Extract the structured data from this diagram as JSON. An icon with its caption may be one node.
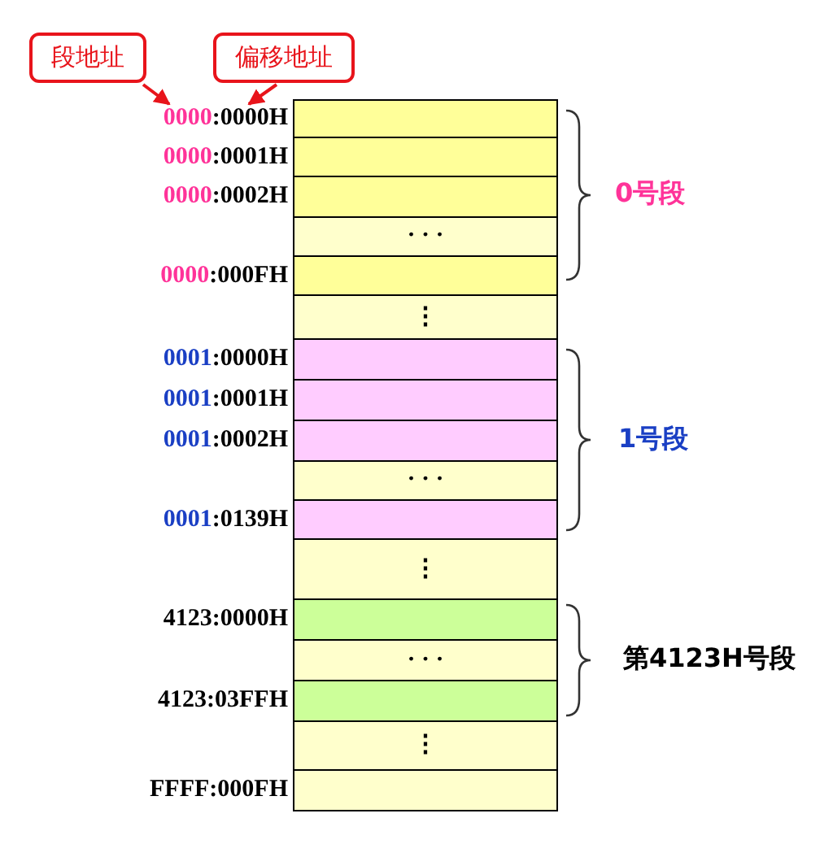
{
  "diagram": {
    "nodes": [
      {
        "text": [
          "段地址"
        ]
      },
      {
        "text": [
          "偏移地址"
        ]
      },
      {
        "text": [],
        "shape": "box",
        "beside": [
          "0000:0000H"
        ]
      },
      {
        "text": [],
        "shape": "box",
        "beside": [
          "0000:0001H"
        ]
      },
      {
        "text": [],
        "shape": "box",
        "beside": [
          "0000:0002H"
        ]
      },
      {
        "text": [
          "· · ·"
        ]
      },
      {
        "text": [],
        "shape": "box",
        "beside": [
          "0000:000FH"
        ]
      },
      {
        "text": [
          "⋮"
        ]
      },
      {
        "text": [],
        "shape": "box",
        "beside": [
          "0001:0000H"
        ]
      },
      {
        "text": [],
        "shape": "box",
        "beside": [
          "0001:0001H"
        ]
      },
      {
        "text": [],
        "shape": "box",
        "beside": [
          "0001:0002H"
        ]
      },
      {
        "text": [
          "· · ·"
        ]
      },
      {
        "text": [],
        "shape": "box",
        "beside": [
          "0001:0139H"
        ]
      },
      {
        "text": [
          "⋮"
        ]
      },
      {
        "text": [],
        "shape": "box",
        "beside": [
          "4123:0000H"
        ]
      },
      {
        "text": [
          "· · ·"
        ]
      },
      {
        "text": [],
        "shape": "box",
        "beside": [
          "4123:03FFH"
        ]
      },
      {
        "text": [
          "⋮"
        ]
      },
      {
        "text": [],
        "shape": "box",
        "beside": [
          "FFFF:000FH"
        ]
      }
    ],
    "edges": [
      {
        "from": 0,
        "to": 2,
        "arrow": "to"
      },
      {
        "from": 1,
        "to": 2,
        "arrow": "to"
      }
    ],
    "labels": [
      "0号段",
      "1号段",
      "第4123H号段"
    ]
  }
}
